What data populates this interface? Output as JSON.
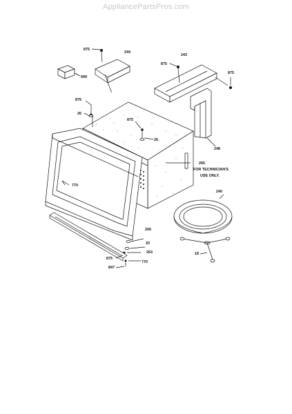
{
  "watermark": "AppliancePartsPros.com",
  "callouts": {
    "p875a": "875",
    "p244": "244",
    "p243": "243",
    "p875b": "875",
    "p875c": "875",
    "p999": "999",
    "p875d": "875",
    "p26a": "26",
    "p875e": "875",
    "p26b": "26",
    "p248": "248",
    "p265": "265",
    "tech1": "FOR TECHNICIAN'S",
    "tech2": "USE ONLY.",
    "p770a": "770",
    "p240": "240",
    "p206": "206",
    "p20": "20",
    "p263": "263",
    "p875f": "875",
    "p770b": "770",
    "p847": "847",
    "p18": "18"
  }
}
